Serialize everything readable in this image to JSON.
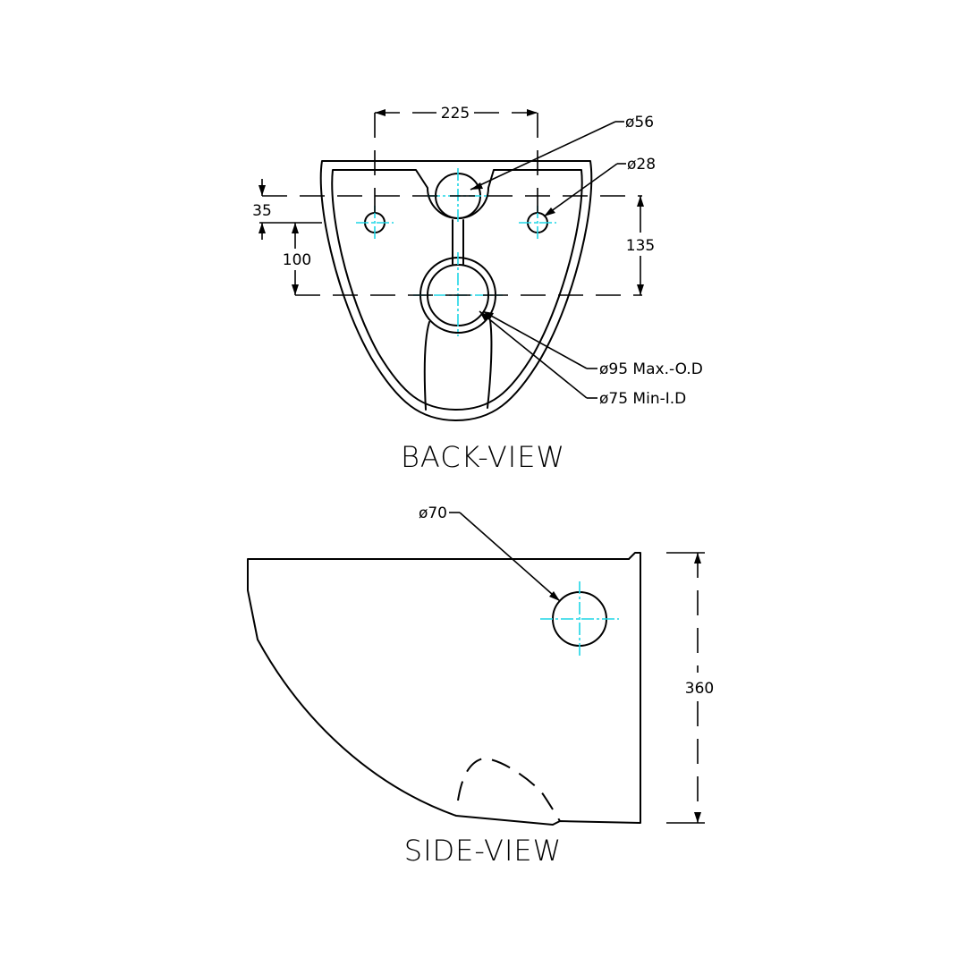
{
  "back_view": {
    "title": "BACK-VIEW",
    "dims": {
      "width_225": "225",
      "offset_35": "35",
      "offset_100": "100",
      "height_135": "135"
    },
    "callouts": {
      "d56": "ø56",
      "d28": "ø28",
      "d95": "ø95  Max.-O.D",
      "d75": "ø75  Min-I.D"
    }
  },
  "side_view": {
    "title": "SIDE-VIEW",
    "dims": {
      "height_360": "360"
    },
    "callouts": {
      "d70": "ø70"
    }
  },
  "colors": {
    "lines": "#000000",
    "centerlines": "#1fd6e6",
    "background": "#ffffff"
  }
}
